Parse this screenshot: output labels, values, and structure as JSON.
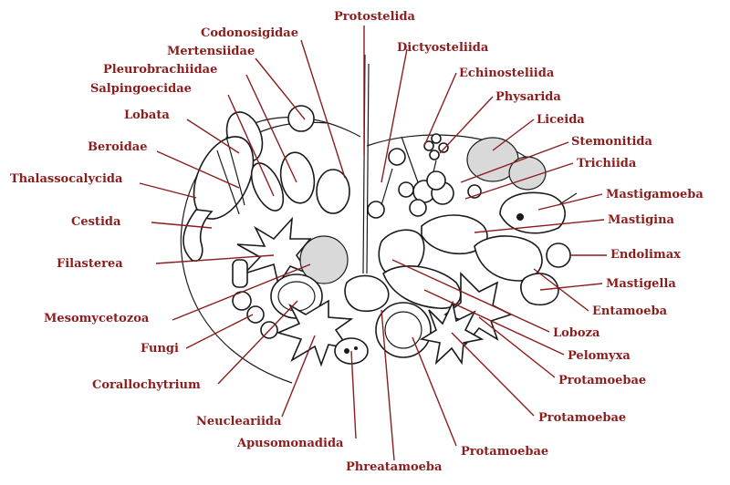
{
  "labels": {
    "protostelida": "Protostelida",
    "codonosigidae": "Codonosigidae",
    "mertensiidae": "Mertensiidae",
    "pleurobrachiidae": "Pleurobrachiidae",
    "salpingoecidae": "Salpingoecidae",
    "lobata": "Lobata",
    "beroidae": "Beroidae",
    "thalassocalycida": "Thalassocalycida",
    "cestida": "Cestida",
    "filasterea": "Filasterea",
    "mesomycetozoa": "Mesomycetozoa",
    "fungi": "Fungi",
    "corallochytrium": "Corallochytrium",
    "neucleariida": "Neucleariida",
    "apusomonadida": "Apusomonadida",
    "phreatamoeba": "Phreatamoeba",
    "protamoebae_bottom": "Protamoebae",
    "protamoebae_mid": "Protamoebae",
    "protamoebae_upper": "Protamoebae",
    "pelomyxa": "Pelomyxa",
    "loboza": "Loboza",
    "entamoeba": "Entamoeba",
    "mastigella": "Mastigella",
    "endolimax": "Endolimax",
    "mastigina": "Mastigina",
    "mastigamoeba": "Mastigamoeba",
    "trichiida": "Trichiida",
    "stemonitida": "Stemonitida",
    "liceida": "Liceida",
    "physarida": "Physarida",
    "echinosteliida": "Echinosteliida",
    "dictyosteliida": "Dictyosteliida"
  },
  "colors": {
    "label": "#8b1d1d",
    "ink": "#1a1a1a",
    "background": "#ffffff"
  }
}
